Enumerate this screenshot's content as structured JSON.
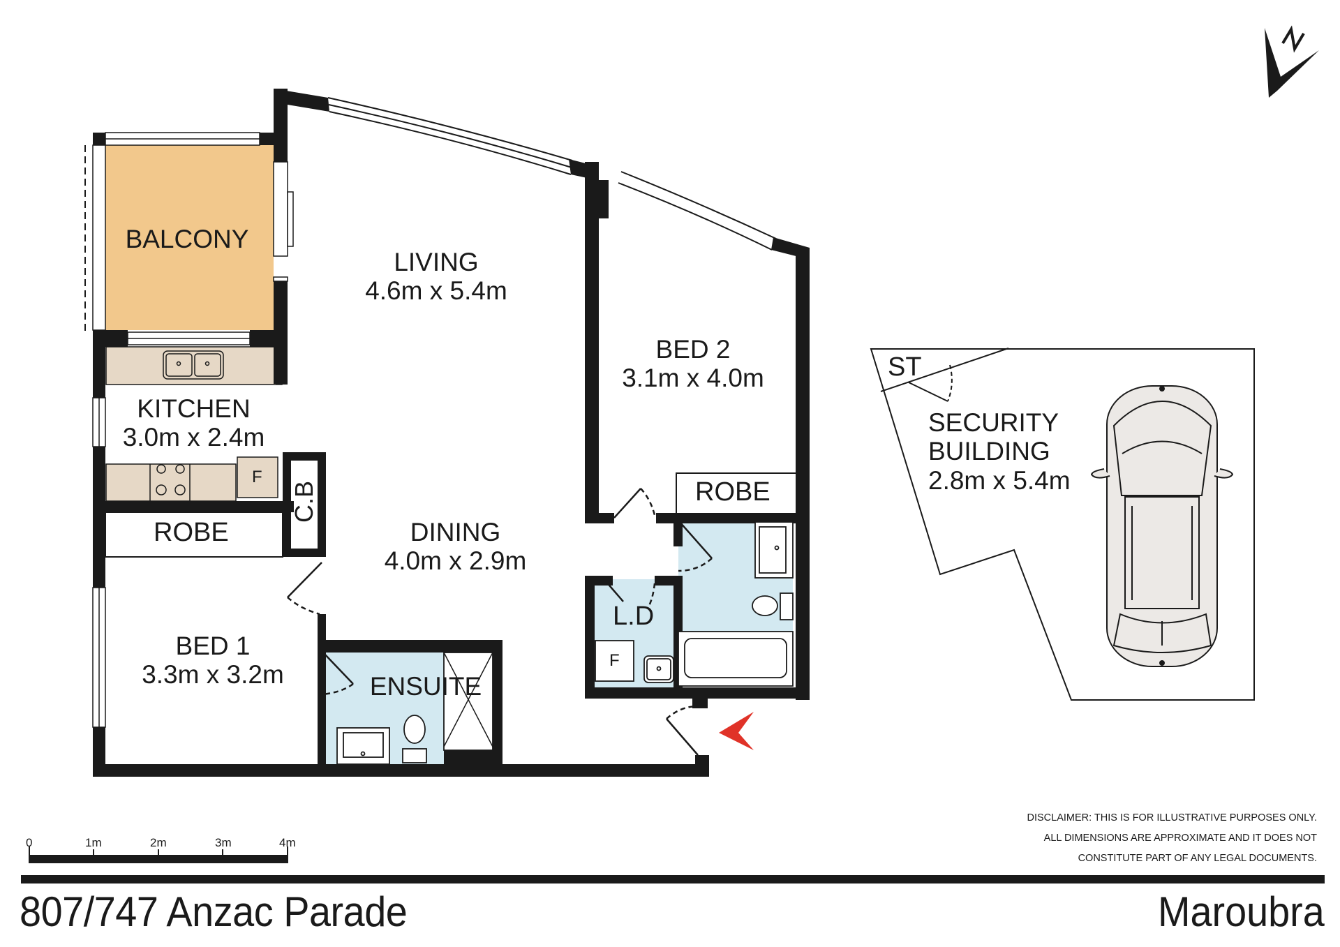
{
  "floorplan": {
    "rooms": [
      {
        "id": "balcony",
        "name": "BALCONY",
        "dims": ""
      },
      {
        "id": "living",
        "name": "LIVING",
        "dims": "4.6m x 5.4m"
      },
      {
        "id": "kitchen",
        "name": "KITCHEN",
        "dims": "3.0m x 2.4m"
      },
      {
        "id": "dining",
        "name": "DINING",
        "dims": "4.0m x 2.9m"
      },
      {
        "id": "bed1",
        "name": "BED 1",
        "dims": "3.3m x 3.2m"
      },
      {
        "id": "bed2",
        "name": "BED 2",
        "dims": "3.1m x 4.0m"
      },
      {
        "id": "ensuite",
        "name": "ENSUITE",
        "dims": ""
      },
      {
        "id": "security",
        "name": "SECURITY\nBUILDING",
        "name_line1": "SECURITY",
        "name_line2": "BUILDING",
        "dims": "2.8m x 5.4m"
      }
    ],
    "small_labels": {
      "robe_bed1": "ROBE",
      "robe_bed2": "ROBE",
      "cb": "C.B",
      "laundry": "L.D",
      "storage": "ST",
      "fridge_kitchen": "F",
      "fridge_laundry": "F"
    },
    "colors": {
      "wall": "#1a1a1a",
      "balcony_fill": "#f2c88c",
      "counter_fill": "#e6d8c6",
      "wet_area_fill": "#d3e9f1",
      "car_fill": "#ece9e6",
      "entry_arrow": "#e03228"
    },
    "compass": {
      "label": "N"
    },
    "entry_marker": "entry-arrow"
  },
  "scale_bar": {
    "ticks": [
      "0",
      "1m",
      "2m",
      "3m",
      "4m"
    ]
  },
  "disclaimer": {
    "lines": [
      "DISCLAIMER: THIS IS FOR ILLUSTRATIVE PURPOSES ONLY.",
      "ALL DIMENSIONS ARE APPROXIMATE AND IT DOES NOT",
      "CONSTITUTE PART OF ANY LEGAL DOCUMENTS."
    ]
  },
  "footer": {
    "address": "807/747 Anzac Parade",
    "suburb": "Maroubra"
  }
}
